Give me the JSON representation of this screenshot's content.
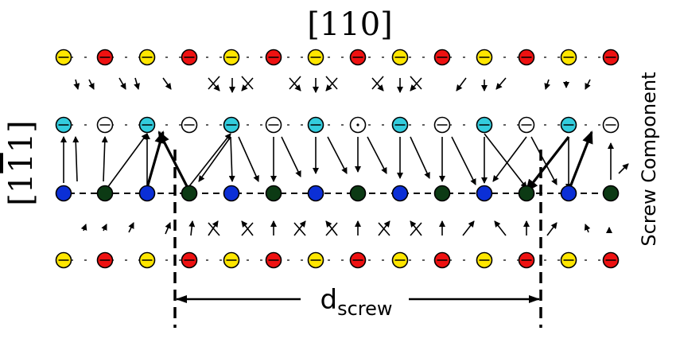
{
  "labels": {
    "top_direction": "[110]",
    "side_direction_prefix": "[1",
    "side_direction_bar": "1",
    "side_direction_suffix": "1]",
    "side_component": "Screw Component",
    "width_main": "d",
    "width_sub": "screw"
  },
  "colors": {
    "yellow": "#ffe600",
    "red": "#ee1111",
    "cyan": "#33ccdd",
    "blue": "#0b2fd6",
    "green": "#0c3a14",
    "white": "#ffffff",
    "stroke": "#000000"
  },
  "atom_rows": [
    {
      "row": "top",
      "marker": "minus",
      "pattern": [
        "yellow",
        "red",
        "yellow",
        "red",
        "yellow",
        "red",
        "yellow",
        "red",
        "yellow",
        "red",
        "yellow",
        "red",
        "yellow",
        "red"
      ]
    },
    {
      "row": "upper-middle",
      "marker": "mixed",
      "pattern": [
        "cyan",
        "white",
        "cyan",
        "white",
        "cyan",
        "white",
        "cyan",
        "white",
        "cyan",
        "white",
        "cyan",
        "white",
        "cyan",
        "white"
      ]
    },
    {
      "row": "lower-middle",
      "marker": "plain",
      "pattern": [
        "blue",
        "green",
        "blue",
        "green",
        "blue",
        "green",
        "blue",
        "green",
        "blue",
        "green",
        "blue",
        "green",
        "blue",
        "green"
      ]
    },
    {
      "row": "bottom",
      "marker": "minus",
      "pattern": [
        "yellow",
        "red",
        "yellow",
        "red",
        "yellow",
        "red",
        "yellow",
        "red",
        "yellow",
        "red",
        "yellow",
        "red",
        "yellow",
        "red"
      ]
    }
  ]
}
